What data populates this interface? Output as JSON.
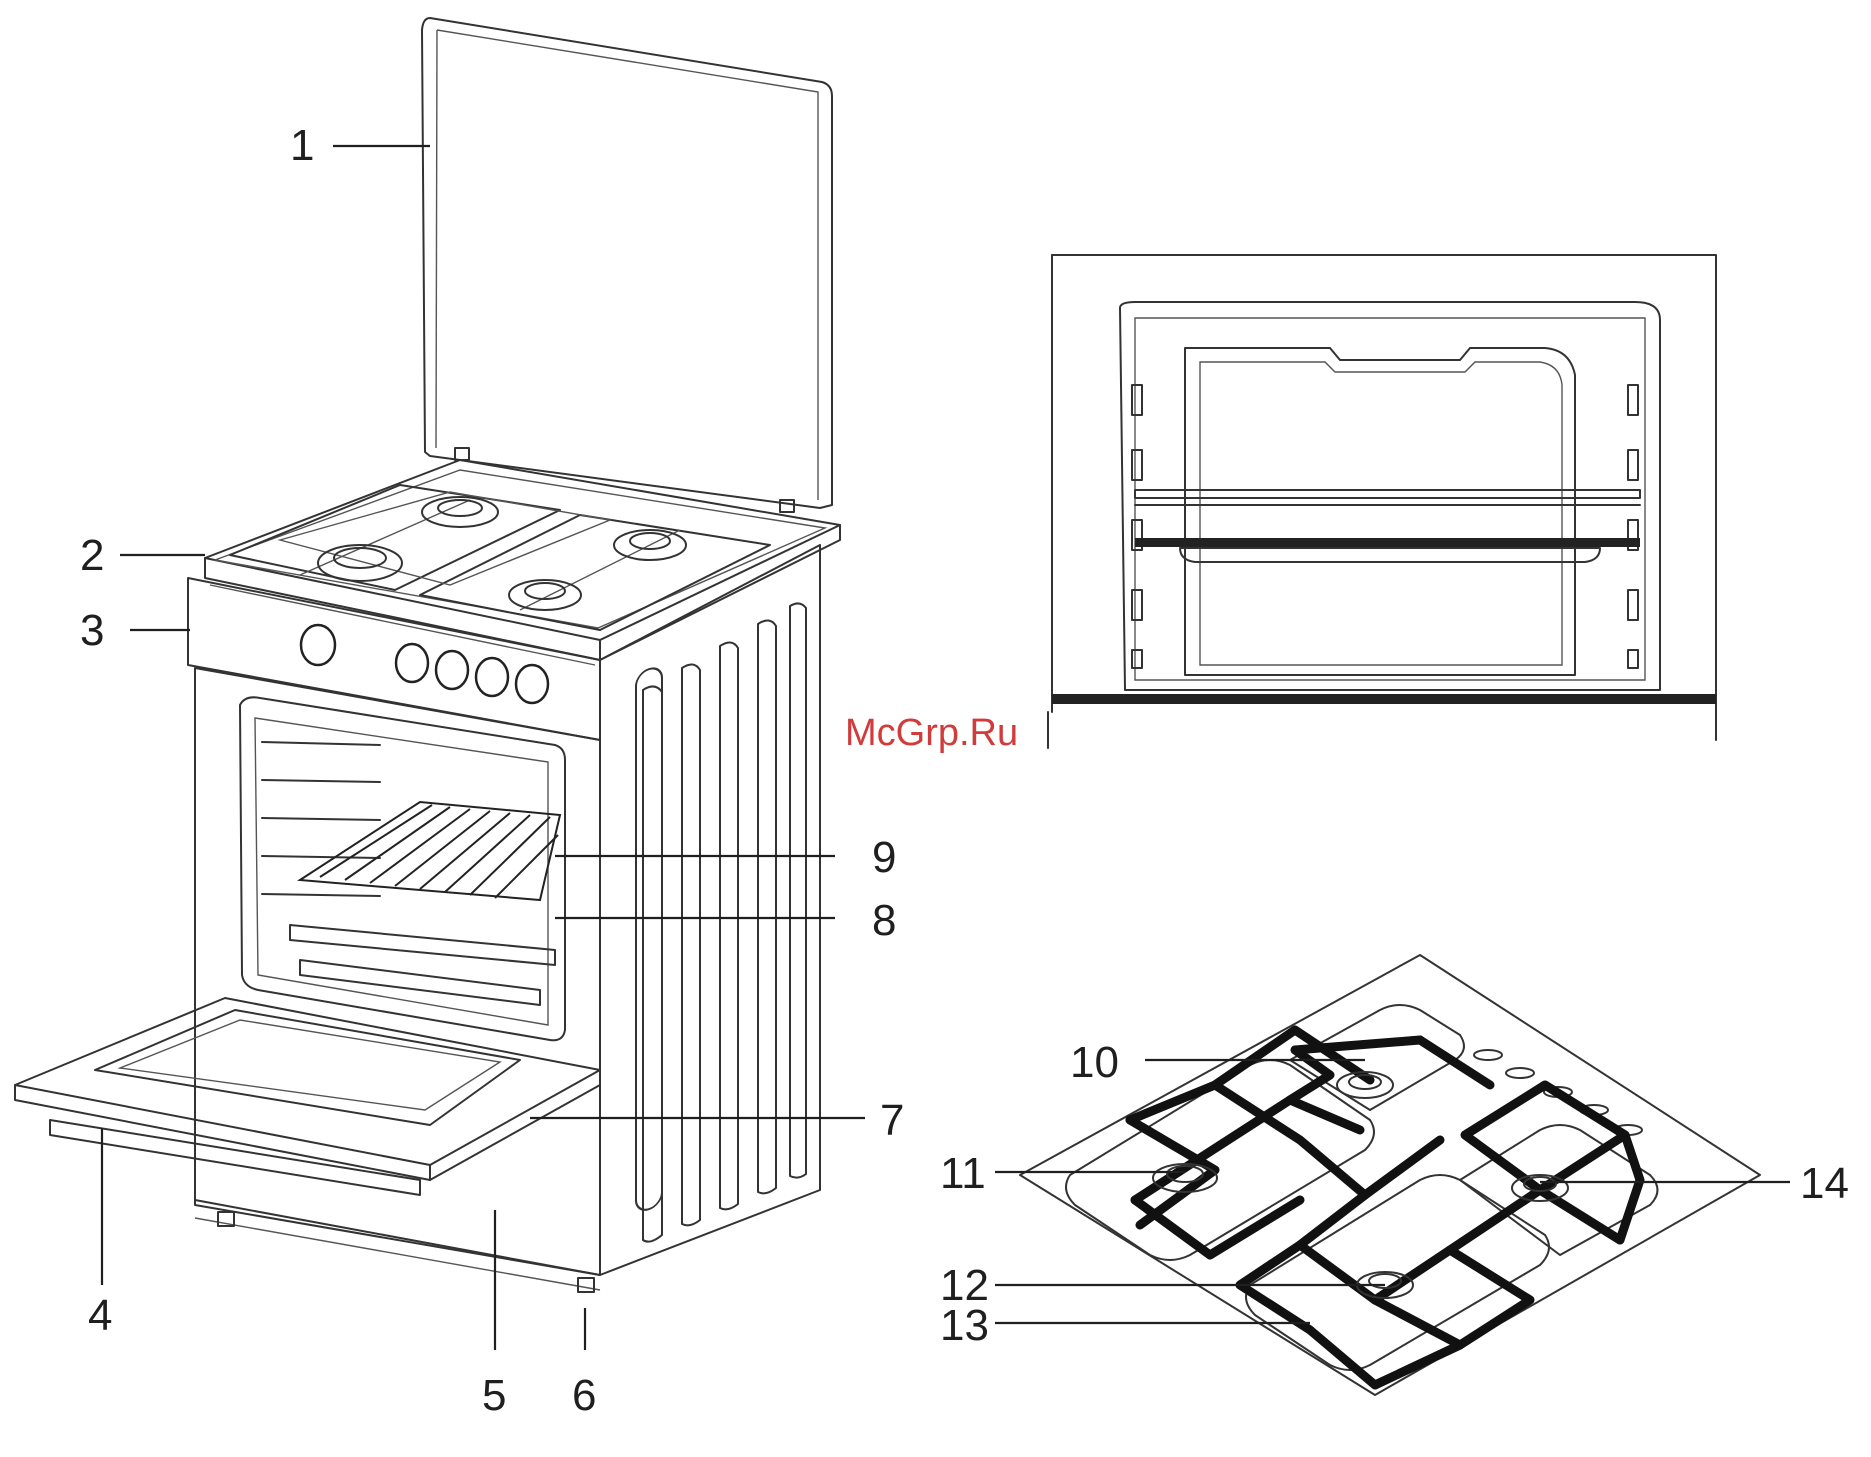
{
  "watermark": "McGrp.Ru",
  "callouts": [
    "1",
    "2",
    "3",
    "4",
    "5",
    "6",
    "7",
    "8",
    "9",
    "10",
    "11",
    "12",
    "13",
    "14"
  ],
  "colors": {
    "line": "#333333",
    "watermark": "#d23b3b",
    "background": "#ffffff"
  }
}
